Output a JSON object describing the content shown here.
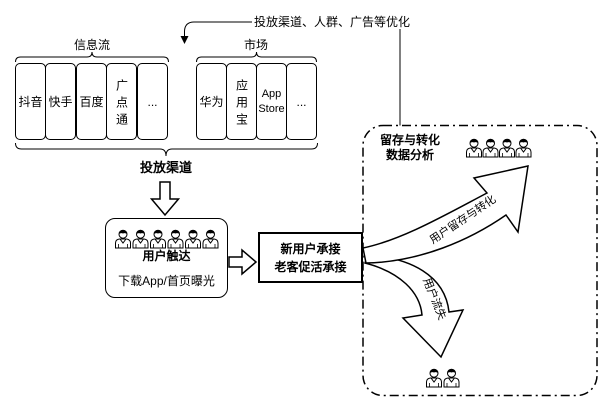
{
  "feedback": {
    "label": "投放渠道、人群、广告等优化"
  },
  "channels": {
    "label": "投放渠道",
    "info_feed": {
      "label": "信息流",
      "items": [
        "抖音",
        "快手",
        "百度",
        "广点通",
        "..."
      ]
    },
    "market": {
      "label": "市场",
      "items": [
        "华为",
        "应用宝",
        "App Store",
        "..."
      ]
    }
  },
  "user_reach": {
    "title": "用户触达",
    "subtitle": "下载App/首页曝光"
  },
  "onboarding": {
    "lines": [
      "新用户承接",
      "老客促活承接"
    ]
  },
  "analysis": {
    "title": [
      "留存与转化",
      "数据分析"
    ],
    "retention_label": "用户留存与转化",
    "churn_label": "用户流失"
  },
  "icons": {
    "people": "person-icon"
  },
  "colors": {
    "stroke": "#000000",
    "background": "#ffffff"
  }
}
